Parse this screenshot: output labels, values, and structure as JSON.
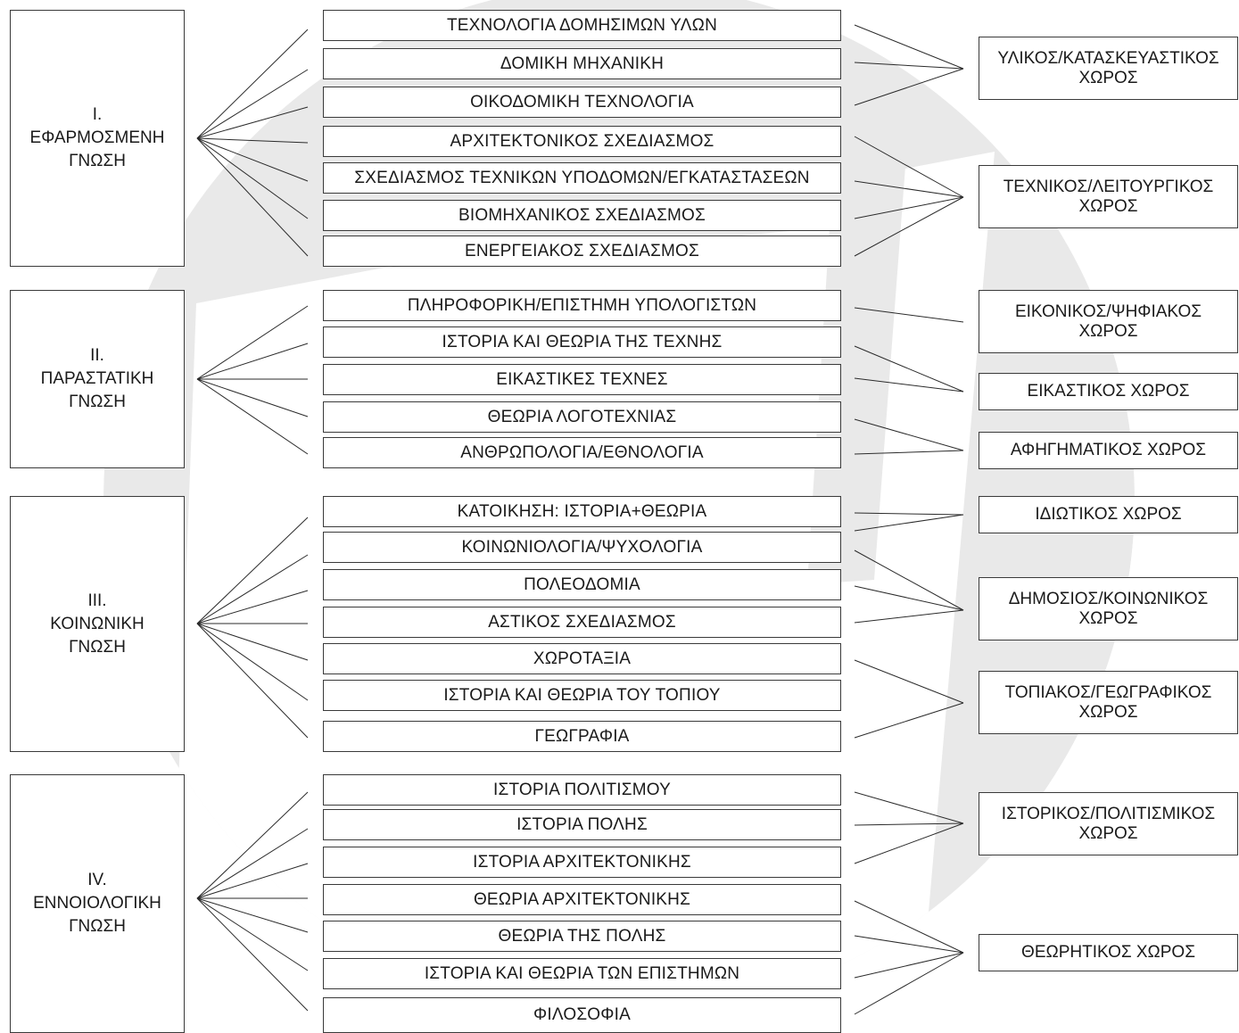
{
  "diagram": {
    "categories": [
      {
        "label": "I.\nΕΦΑΡΜΟΣΜΕΝΗ\nΓΝΩΣΗ"
      },
      {
        "label": "II.\nΠΑΡΑΣΤΑΤΙΚΗ\nΓΝΩΣΗ"
      },
      {
        "label": "III.\nΚΟΙΝΩΝΙΚΗ\nΓΝΩΣΗ"
      },
      {
        "label": "IV.\nΕΝΝΟΙΟΛΟΓΙΚΗ\nΓΝΩΣΗ"
      }
    ],
    "topics": [
      {
        "label": "ΤΕΧΝΟΛΟΓΙΑ ΔΟΜΗΣΙΜΩΝ ΥΛΩΝ"
      },
      {
        "label": "ΔΟΜΙΚΗ ΜΗΧΑΝΙΚΗ"
      },
      {
        "label": "ΟΙΚΟΔΟΜΙΚΗ ΤΕΧΝΟΛΟΓΙΑ"
      },
      {
        "label": "ΑΡΧΙΤΕΚΤΟΝΙΚΟΣ ΣΧΕΔΙΑΣΜΟΣ"
      },
      {
        "label": "ΣΧΕΔΙΑΣΜΟΣ ΤΕΧΝΙΚΩΝ ΥΠΟΔΟΜΩΝ/ΕΓΚΑΤΑΣΤΑΣΕΩΝ"
      },
      {
        "label": "ΒΙΟΜΗΧΑΝΙΚΟΣ ΣΧΕΔΙΑΣΜΟΣ"
      },
      {
        "label": "ΕΝΕΡΓΕΙΑΚΟΣ ΣΧΕΔΙΑΣΜΟΣ"
      },
      {
        "label": "ΠΛΗΡΟΦΟΡΙΚΗ/ΕΠΙΣΤΗΜΗ ΥΠΟΛΟΓΙΣΤΩΝ"
      },
      {
        "label": "ΙΣΤΟΡΙΑ ΚΑΙ ΘΕΩΡΙΑ ΤΗΣ ΤΕΧΝΗΣ"
      },
      {
        "label": "ΕΙΚΑΣΤΙΚΕΣ ΤΕΧΝΕΣ"
      },
      {
        "label": "ΘΕΩΡΙΑ ΛΟΓΟΤΕΧΝΙΑΣ"
      },
      {
        "label": "ΑΝΘΡΩΠΟΛΟΓΙΑ/ΕΘΝΟΛΟΓΙΑ"
      },
      {
        "label": "ΚΑΤΟΙΚΗΣΗ: ΙΣΤΟΡΙΑ+ΘΕΩΡΙΑ"
      },
      {
        "label": "ΚΟΙΝΩΝΙΟΛΟΓΙΑ/ΨΥΧΟΛΟΓΙΑ"
      },
      {
        "label": "ΠΟΛΕΟΔΟΜΙΑ"
      },
      {
        "label": "ΑΣΤΙΚΟΣ ΣΧΕΔΙΑΣΜΟΣ"
      },
      {
        "label": "ΧΩΡΟΤΑΞΙΑ"
      },
      {
        "label": "ΙΣΤΟΡΙΑ ΚΑΙ ΘΕΩΡΙΑ ΤΟΥ ΤΟΠΙΟΥ"
      },
      {
        "label": "ΓΕΩΓΡΑΦΙΑ"
      },
      {
        "label": "ΙΣΤΟΡΙΑ ΠΟΛΙΤΙΣΜΟΥ"
      },
      {
        "label": "ΙΣΤΟΡΙΑ ΠΟΛΗΣ"
      },
      {
        "label": "ΙΣΤΟΡΙΑ ΑΡΧΙΤΕΚΤΟΝΙΚΗΣ"
      },
      {
        "label": "ΘΕΩΡΙΑ ΑΡΧΙΤΕΚΤΟΝΙΚΗΣ"
      },
      {
        "label": "ΘΕΩΡΙΑ ΤΗΣ ΠΟΛΗΣ"
      },
      {
        "label": "ΙΣΤΟΡΙΑ ΚΑΙ ΘΕΩΡΙΑ ΤΩΝ ΕΠΙΣΤΗΜΩΝ"
      },
      {
        "label": "ΦΙΛΟΣΟΦΙΑ"
      }
    ],
    "spaces": [
      {
        "line1": "ΥΛΙΚΟΣ/ΚΑΤΑΣΚΕΥΑΣΤΙΚΟΣ",
        "line2": "ΧΩΡΟΣ"
      },
      {
        "line1": "ΤΕΧΝΙΚΟΣ/ΛΕΙΤΟΥΡΓΙΚΟΣ",
        "line2": "ΧΩΡΟΣ"
      },
      {
        "line1": "ΕΙΚΟΝΙΚΟΣ/ΨΗΦΙΑΚΟΣ",
        "line2": "ΧΩΡΟΣ"
      },
      {
        "line1": "ΕΙΚΑΣΤΙΚΟΣ ΧΩΡΟΣ",
        "line2": ""
      },
      {
        "line1": "ΑΦΗΓΗΜΑΤΙΚΟΣ ΧΩΡΟΣ",
        "line2": ""
      },
      {
        "line1": "ΙΔΙΩΤΙΚΟΣ ΧΩΡΟΣ",
        "line2": ""
      },
      {
        "line1": "ΔΗΜΟΣΙΟΣ/ΚΟΙΝΩΝΙΚΟΣ",
        "line2": "ΧΩΡΟΣ"
      },
      {
        "line1": "ΤΟΠΙΑΚΟΣ/ΓΕΩΓΡΑΦΙΚΟΣ",
        "line2": "ΧΩΡΟΣ"
      },
      {
        "line1": "ΙΣΤΟΡΙΚΟΣ/ΠΟΛΙΤΙΣΜΙΚΟΣ",
        "line2": "ΧΩΡΟΣ"
      },
      {
        "line1": "ΘΕΩΡΗΤΙΚΟΣ ΧΩΡΟΣ",
        "line2": ""
      }
    ],
    "colors": {
      "line": "#2b2b2b",
      "border": "#3a3a3a",
      "watermark": "#e9e9e9"
    }
  }
}
